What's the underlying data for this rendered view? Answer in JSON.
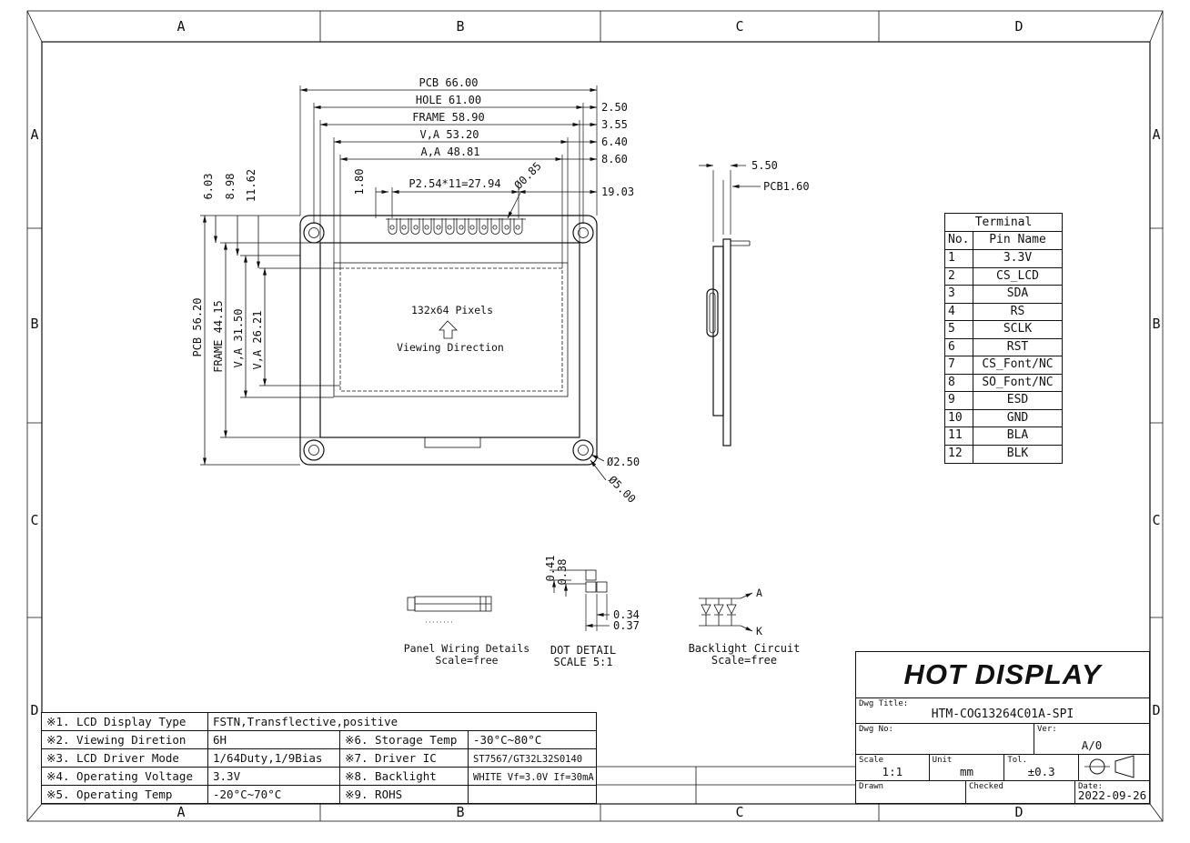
{
  "zones": [
    "A",
    "B",
    "C",
    "D"
  ],
  "front_view": {
    "dim_pcb_w": "PCB 66.00",
    "dim_hole_w": "HOLE 61.00",
    "dim_frame_w": "FRAME 58.90",
    "dim_va_w": "V,A 53.20",
    "dim_aa_w": "A,A 48.81",
    "off_hole": "2.50",
    "off_frame": "3.55",
    "off_va": "6.40",
    "off_aa": "8.60",
    "off_pin": "19.03",
    "dim_pitch": "P2.54*11=27.94",
    "dim_pin_offset": "1.80",
    "dim_pin_hole": "Ø0.85",
    "dim_top1": "6.03",
    "dim_top2": "8.98",
    "dim_top3": "11.62",
    "dim_pcb_h": "PCB 56.20",
    "dim_frame_h": "FRAME 44.15",
    "dim_va_h": "V,A 31.50",
    "dim_va_h2": "V,A 26.21",
    "pixels": "132x64 Pixels",
    "viewing": "Viewing Direction",
    "hole_d": "Ø2.50",
    "pad_d": "Ø5.00"
  },
  "side_view": {
    "thickness": "5.50",
    "pcb": "PCB1.60"
  },
  "terminal_table": {
    "title": "Terminal",
    "headers": [
      "No.",
      "Pin Name"
    ],
    "rows": [
      [
        "1",
        "3.3V"
      ],
      [
        "2",
        "CS_LCD"
      ],
      [
        "3",
        "SDA"
      ],
      [
        "4",
        "RS"
      ],
      [
        "5",
        "SCLK"
      ],
      [
        "6",
        "RST"
      ],
      [
        "7",
        "CS_Font/NC"
      ],
      [
        "8",
        "SO_Font/NC"
      ],
      [
        "9",
        "ESD"
      ],
      [
        "10",
        "GND"
      ],
      [
        "11",
        "BLA"
      ],
      [
        "12",
        "BLK"
      ]
    ]
  },
  "details": {
    "panel_wiring": {
      "title": "Panel Wiring Details",
      "scale": "Scale=free"
    },
    "dot": {
      "title": "DOT DETAIL",
      "scale": "SCALE 5:1",
      "d1": "0.41",
      "d2": "0.38",
      "d3": "0.34",
      "d4": "0.37"
    },
    "backlight": {
      "title": "Backlight Circuit",
      "scale": "Scale=free",
      "anode": "A",
      "cathode": "K"
    }
  },
  "spec_table": {
    "rows": [
      {
        "k1": "※1. LCD Display Type",
        "v1": "FSTN,Transflective,positive"
      },
      {
        "k1": "※2. Viewing Diretion",
        "v1": "6H",
        "k2": "※6. Storage Temp",
        "v2": "-30°C~80°C"
      },
      {
        "k1": "※3. LCD Driver Mode",
        "v1": "1/64Duty,1/9Bias",
        "k2": "※7. Driver IC",
        "v2": "ST7567/GT32L32S0140"
      },
      {
        "k1": "※4. Operating Voltage",
        "v1": "3.3V",
        "k2": "※8. Backlight",
        "v2": "WHITE Vf=3.0V If=30mA"
      },
      {
        "k1": "※5. Operating Temp",
        "v1": "-20°C~70°C",
        "k2": "※9. ROHS",
        "v2": ""
      }
    ]
  },
  "title_block": {
    "company": "HOT DISPLAY",
    "dwg_title_label": "Dwg Title:",
    "dwg_title": "HTM-COG13264C01A-SPI",
    "dwg_no_label": "Dwg No:",
    "ver_label": "Ver:",
    "ver": "A/0",
    "scale_label": "Scale",
    "scale": "1:1",
    "unit_label": "Unit",
    "unit": "mm",
    "tol_label": "Tol.",
    "tol": "±0.3",
    "drawn_label": "Drawn",
    "checked_label": "Checked",
    "date_label": "Date:",
    "date": "2022-09-26"
  }
}
